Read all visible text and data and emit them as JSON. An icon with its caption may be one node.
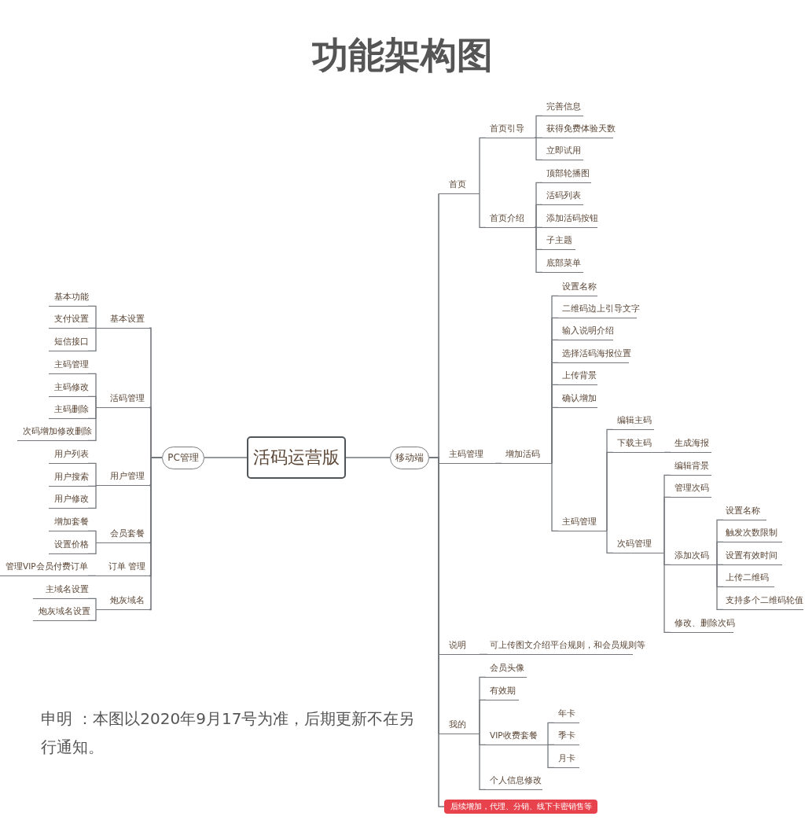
{
  "diagram": {
    "title": "功能架构图",
    "nodes": [
      {
        "text": [
          "活码运营版"
        ]
      },
      {
        "text": [
          "PC管理"
        ]
      },
      {
        "text": [
          "基本设置"
        ]
      },
      {
        "text": [
          "基本功能"
        ]
      },
      {
        "text": [
          "支付设置"
        ]
      },
      {
        "text": [
          "短信接口"
        ]
      },
      {
        "text": [
          "活码管理"
        ]
      },
      {
        "text": [
          "主码管理"
        ]
      },
      {
        "text": [
          "主码修改"
        ]
      },
      {
        "text": [
          "主码删除"
        ]
      },
      {
        "text": [
          "次码增加修改删除"
        ]
      },
      {
        "text": [
          "用户管理"
        ]
      },
      {
        "text": [
          "用户列表"
        ]
      },
      {
        "text": [
          "用户搜索"
        ]
      },
      {
        "text": [
          "用户修改"
        ]
      },
      {
        "text": [
          "会员套餐"
        ]
      },
      {
        "text": [
          "增加套餐"
        ]
      },
      {
        "text": [
          "设置价格"
        ]
      },
      {
        "text": [
          "订单 管理"
        ]
      },
      {
        "text": [
          "管理VIP会员付费订单"
        ]
      },
      {
        "text": [
          "炮灰域名"
        ]
      },
      {
        "text": [
          "主域名设置"
        ]
      },
      {
        "text": [
          "炮灰域名设置"
        ]
      },
      {
        "text": [
          "移动端"
        ]
      },
      {
        "text": [
          "首页"
        ]
      },
      {
        "text": [
          "首页引导"
        ]
      },
      {
        "text": [
          "完善信息"
        ]
      },
      {
        "text": [
          "获得免费体验天数"
        ]
      },
      {
        "text": [
          "立即试用"
        ]
      },
      {
        "text": [
          "首页介绍"
        ]
      },
      {
        "text": [
          "顶部轮播图"
        ]
      },
      {
        "text": [
          "活码列表"
        ]
      },
      {
        "text": [
          "添加活码按钮"
        ]
      },
      {
        "text": [
          "子主题"
        ]
      },
      {
        "text": [
          "底部菜单"
        ]
      },
      {
        "text": [
          "主码管理"
        ]
      },
      {
        "text": [
          "增加活码"
        ]
      },
      {
        "text": [
          "设置名称"
        ]
      },
      {
        "text": [
          "二维码边上引导文字"
        ]
      },
      {
        "text": [
          "输入说明介绍"
        ]
      },
      {
        "text": [
          "选择活码海报位置"
        ]
      },
      {
        "text": [
          "上传背景"
        ]
      },
      {
        "text": [
          "确认增加"
        ]
      },
      {
        "text": [
          "主码管理"
        ]
      },
      {
        "text": [
          "编辑主码"
        ]
      },
      {
        "text": [
          "下载主码"
        ]
      },
      {
        "text": [
          "生成海报"
        ]
      },
      {
        "text": [
          "次码管理"
        ]
      },
      {
        "text": [
          "编辑背景"
        ]
      },
      {
        "text": [
          "管理次码"
        ]
      },
      {
        "text": [
          "添加次码"
        ]
      },
      {
        "text": [
          "设置名称"
        ]
      },
      {
        "text": [
          "触发次数限制"
        ]
      },
      {
        "text": [
          "设置有效时间"
        ]
      },
      {
        "text": [
          "上传二维码"
        ]
      },
      {
        "text": [
          "支持多个二维码轮值"
        ]
      },
      {
        "text": [
          "修改、删除次码"
        ]
      },
      {
        "text": [
          "说明"
        ]
      },
      {
        "text": [
          "可上传图文介绍平台规则，和会员规则等"
        ]
      },
      {
        "text": [
          "我的"
        ]
      },
      {
        "text": [
          "会员头像"
        ]
      },
      {
        "text": [
          "有效期"
        ]
      },
      {
        "text": [
          "VIP收费套餐"
        ]
      },
      {
        "text": [
          "年卡"
        ]
      },
      {
        "text": [
          "季卡"
        ]
      },
      {
        "text": [
          "月卡"
        ]
      },
      {
        "text": [
          "个人信息修改"
        ]
      },
      {
        "text": [
          "后续增加，代理、分销、线下卡密销售等"
        ]
      }
    ],
    "edges": [
      {
        "from": 0,
        "to": 1,
        "arrow": "none"
      },
      {
        "from": 1,
        "to": 2,
        "arrow": "none"
      },
      {
        "from": 2,
        "to": 3,
        "arrow": "none"
      },
      {
        "from": 2,
        "to": 4,
        "arrow": "none"
      },
      {
        "from": 2,
        "to": 5,
        "arrow": "none"
      },
      {
        "from": 1,
        "to": 6,
        "arrow": "none"
      },
      {
        "from": 6,
        "to": 7,
        "arrow": "none"
      },
      {
        "from": 6,
        "to": 8,
        "arrow": "none"
      },
      {
        "from": 6,
        "to": 9,
        "arrow": "none"
      },
      {
        "from": 6,
        "to": 10,
        "arrow": "none"
      },
      {
        "from": 1,
        "to": 11,
        "arrow": "none"
      },
      {
        "from": 11,
        "to": 12,
        "arrow": "none"
      },
      {
        "from": 11,
        "to": 13,
        "arrow": "none"
      },
      {
        "from": 11,
        "to": 14,
        "arrow": "none"
      },
      {
        "from": 1,
        "to": 15,
        "arrow": "none"
      },
      {
        "from": 15,
        "to": 16,
        "arrow": "none"
      },
      {
        "from": 15,
        "to": 17,
        "arrow": "none"
      },
      {
        "from": 1,
        "to": 18,
        "arrow": "none"
      },
      {
        "from": 18,
        "to": 19,
        "arrow": "none"
      },
      {
        "from": 1,
        "to": 20,
        "arrow": "none"
      },
      {
        "from": 20,
        "to": 21,
        "arrow": "none"
      },
      {
        "from": 20,
        "to": 22,
        "arrow": "none"
      },
      {
        "from": 0,
        "to": 23,
        "arrow": "none"
      },
      {
        "from": 23,
        "to": 24,
        "arrow": "none"
      },
      {
        "from": 24,
        "to": 25,
        "arrow": "none"
      },
      {
        "from": 25,
        "to": 26,
        "arrow": "none"
      },
      {
        "from": 25,
        "to": 27,
        "arrow": "none"
      },
      {
        "from": 25,
        "to": 28,
        "arrow": "none"
      },
      {
        "from": 24,
        "to": 29,
        "arrow": "none"
      },
      {
        "from": 29,
        "to": 30,
        "arrow": "none"
      },
      {
        "from": 29,
        "to": 31,
        "arrow": "none"
      },
      {
        "from": 29,
        "to": 32,
        "arrow": "none"
      },
      {
        "from": 29,
        "to": 33,
        "arrow": "none"
      },
      {
        "from": 29,
        "to": 34,
        "arrow": "none"
      },
      {
        "from": 23,
        "to": 35,
        "arrow": "none"
      },
      {
        "from": 35,
        "to": 36,
        "arrow": "none"
      },
      {
        "from": 36,
        "to": 37,
        "arrow": "none"
      },
      {
        "from": 36,
        "to": 38,
        "arrow": "none"
      },
      {
        "from": 36,
        "to": 39,
        "arrow": "none"
      },
      {
        "from": 36,
        "to": 40,
        "arrow": "none"
      },
      {
        "from": 36,
        "to": 41,
        "arrow": "none"
      },
      {
        "from": 36,
        "to": 42,
        "arrow": "none"
      },
      {
        "from": 36,
        "to": 43,
        "arrow": "none"
      },
      {
        "from": 43,
        "to": 44,
        "arrow": "none"
      },
      {
        "from": 43,
        "to": 45,
        "arrow": "none"
      },
      {
        "from": 45,
        "to": 46,
        "arrow": "none"
      },
      {
        "from": 43,
        "to": 47,
        "arrow": "none"
      },
      {
        "from": 47,
        "to": 48,
        "arrow": "none"
      },
      {
        "from": 47,
        "to": 49,
        "arrow": "none"
      },
      {
        "from": 47,
        "to": 50,
        "arrow": "none"
      },
      {
        "from": 50,
        "to": 51,
        "arrow": "none"
      },
      {
        "from": 50,
        "to": 52,
        "arrow": "none"
      },
      {
        "from": 50,
        "to": 53,
        "arrow": "none"
      },
      {
        "from": 50,
        "to": 54,
        "arrow": "none"
      },
      {
        "from": 50,
        "to": 55,
        "arrow": "none"
      },
      {
        "from": 47,
        "to": 56,
        "arrow": "none"
      },
      {
        "from": 23,
        "to": 57,
        "arrow": "none"
      },
      {
        "from": 57,
        "to": 58,
        "arrow": "none"
      },
      {
        "from": 23,
        "to": 59,
        "arrow": "none"
      },
      {
        "from": 59,
        "to": 60,
        "arrow": "none"
      },
      {
        "from": 59,
        "to": 61,
        "arrow": "none"
      },
      {
        "from": 59,
        "to": 62,
        "arrow": "none"
      },
      {
        "from": 62,
        "to": 63,
        "arrow": "none"
      },
      {
        "from": 62,
        "to": 64,
        "arrow": "none"
      },
      {
        "from": 62,
        "to": 65,
        "arrow": "none"
      },
      {
        "from": 59,
        "to": 66,
        "arrow": "none"
      },
      {
        "from": 23,
        "to": 67,
        "arrow": "none"
      }
    ],
    "labels": [
      "申明 ：本图以2020年9月17号为准，后期更新不在另行通知。"
    ]
  }
}
